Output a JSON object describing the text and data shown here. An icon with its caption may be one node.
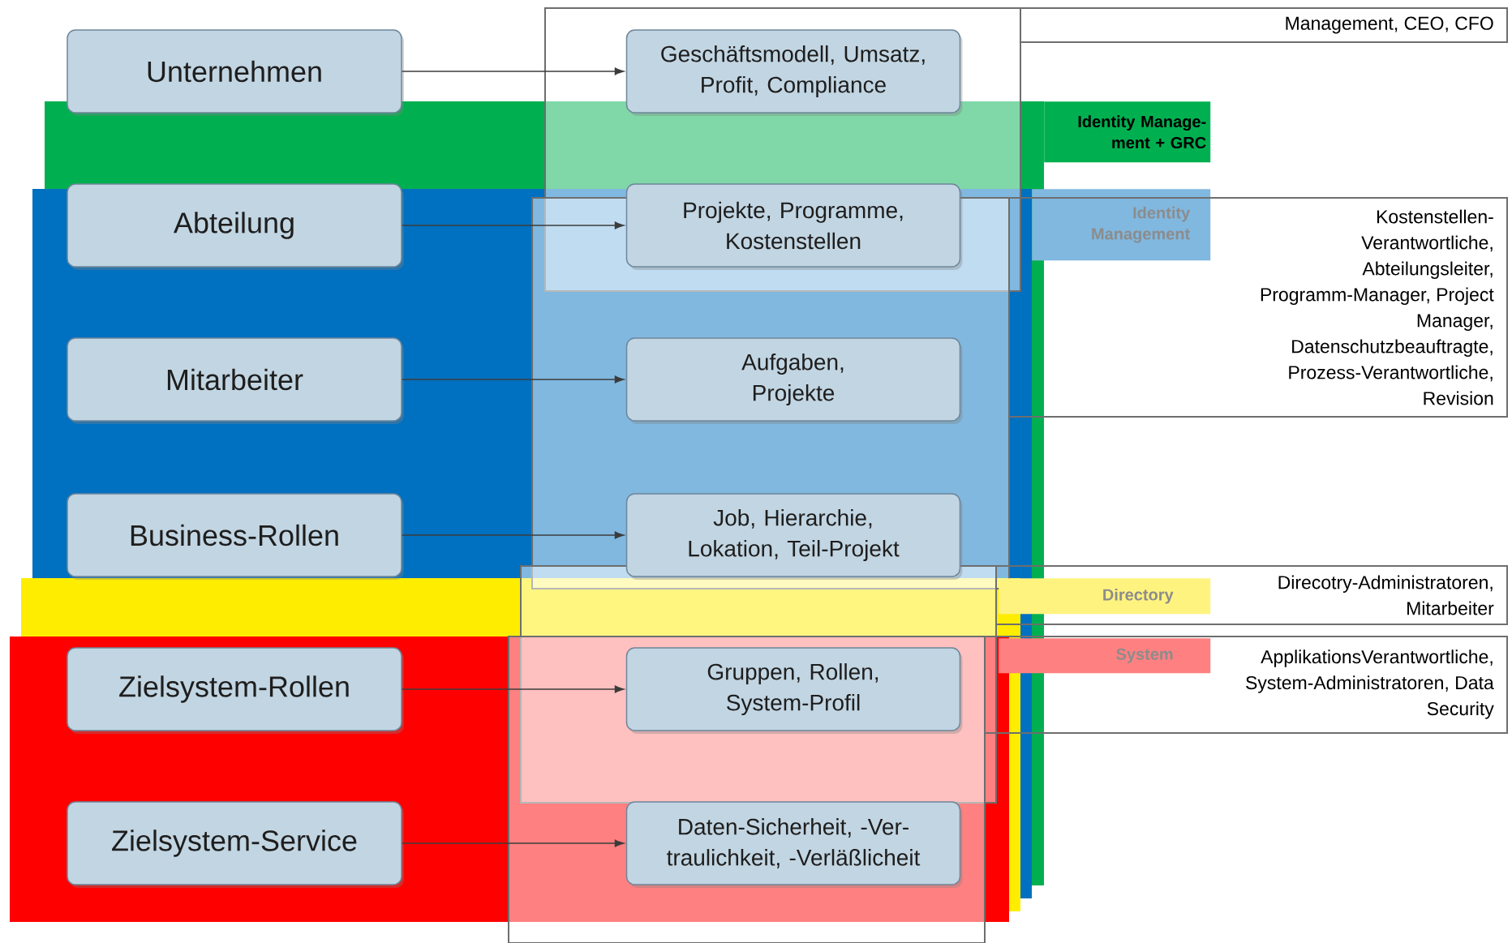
{
  "diagram": {
    "nodes": [
      {
        "text": [
          "Unternehmen"
        ]
      },
      {
        "text": [
          "Geschäftsmodell, Umsatz, Profit, Compliance"
        ]
      },
      {
        "text": [
          "Management, CEO, CFO"
        ]
      },
      {
        "text": [
          "Identity Manage- ment + GRC"
        ]
      },
      {
        "text": [
          "Abteilung"
        ]
      },
      {
        "text": [
          "Projekte, Programme, Kostenstellen"
        ]
      },
      {
        "text": [
          "Identity Management"
        ]
      },
      {
        "text": [
          "Kostenstellen- Verantwortliche, Abteilungsleiter, Programm-Manager, Project Manager, Datenschutzbeauftragte, Prozess-Verantwortliche, Revision"
        ]
      },
      {
        "text": [
          "Mitarbeiter"
        ]
      },
      {
        "text": [
          "Aufgaben, Projekte"
        ]
      },
      {
        "text": [
          "Business-Rollen"
        ]
      },
      {
        "text": [
          "Job, Hierarchie, Lokation, Teil-Projekt"
        ]
      },
      {
        "text": [
          "Directory"
        ],
        "in": 13
      },
      {
        "text": [
          "Direcotry-Administratoren, Mitarbeiter"
        ]
      },
      {
        "text": [
          "Zielsystem-Rollen"
        ]
      },
      {
        "text": [
          "Gruppen, Rollen, System-Profil"
        ]
      },
      {
        "text": [
          "System"
        ],
        "in": 17
      },
      {
        "text": [
          "ApplikationsVerantwortliche, System-Administratoren, Data Security"
        ]
      },
      {
        "text": [
          "Zielsystem-Service"
        ]
      },
      {
        "text": [
          "Daten-Sicherheit, -Ver- traulichkeit, -Verläßlicheit"
        ]
      }
    ],
    "edges": [
      {
        "from": 0,
        "to": 1,
        "arrow": "to"
      },
      {
        "from": 4,
        "to": 5,
        "arrow": "to"
      },
      {
        "from": 8,
        "to": 9,
        "arrow": "to"
      },
      {
        "from": 10,
        "to": 11,
        "arrow": "to"
      },
      {
        "from": 14,
        "to": 15,
        "arrow": "to"
      },
      {
        "from": 18,
        "to": 19,
        "arrow": "to"
      }
    ]
  }
}
